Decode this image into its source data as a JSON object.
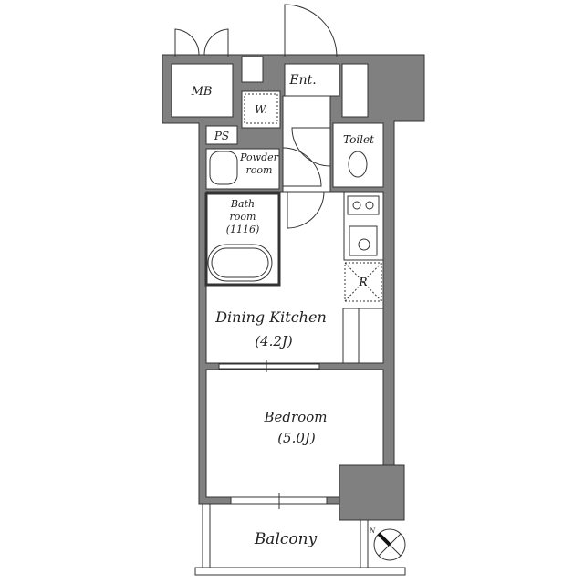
{
  "floorplan": {
    "rooms": {
      "mb": "MB",
      "ent": "Ent.",
      "w": "W.",
      "ps": "PS",
      "toilet": "Toilet",
      "powder_line1": "Powder",
      "powder_line2": "room",
      "bath_line1": "Bath",
      "bath_line2": "room",
      "bath_line3": "(1116)",
      "r": "R",
      "dining_kitchen": "Dining Kitchen",
      "dining_kitchen_size": "(4.2J)",
      "bedroom": "Bedroom",
      "bedroom_size": "(5.0J)",
      "balcony": "Balcony"
    },
    "compass_label": "N",
    "colors": {
      "wall": "#808080",
      "line": "#333333"
    }
  }
}
